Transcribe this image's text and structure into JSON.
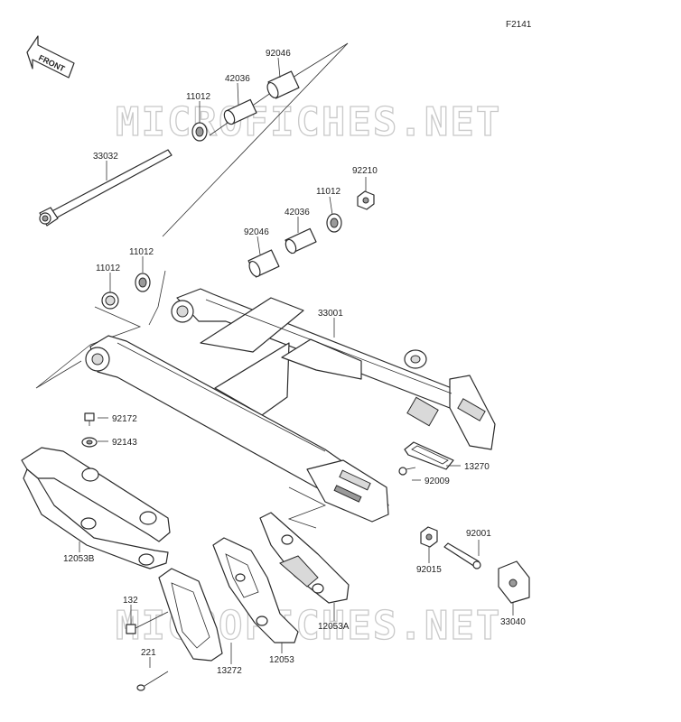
{
  "figure_code": "F2141",
  "front_arrow_text": "FRONT",
  "watermark_text": "MICROFICHES.NET",
  "part_labels": {
    "p92046_top": "92046",
    "p42036_top": "42036",
    "p11012_top": "11012",
    "p33032": "33032",
    "p92210": "92210",
    "p11012_mid": "11012",
    "p42036_mid": "42036",
    "p92046_mid": "92046",
    "p11012_left1": "11012",
    "p11012_left2": "11012",
    "p33001": "33001",
    "p92172": "92172",
    "p92143": "92143",
    "p13270": "13270",
    "p92009": "92009",
    "p92001": "92001",
    "p92015": "92015",
    "p33040": "33040",
    "p12053B": "12053B",
    "p132": "132",
    "p12053A": "12053A",
    "p221": "221",
    "p13272": "13272",
    "p12053": "12053"
  }
}
